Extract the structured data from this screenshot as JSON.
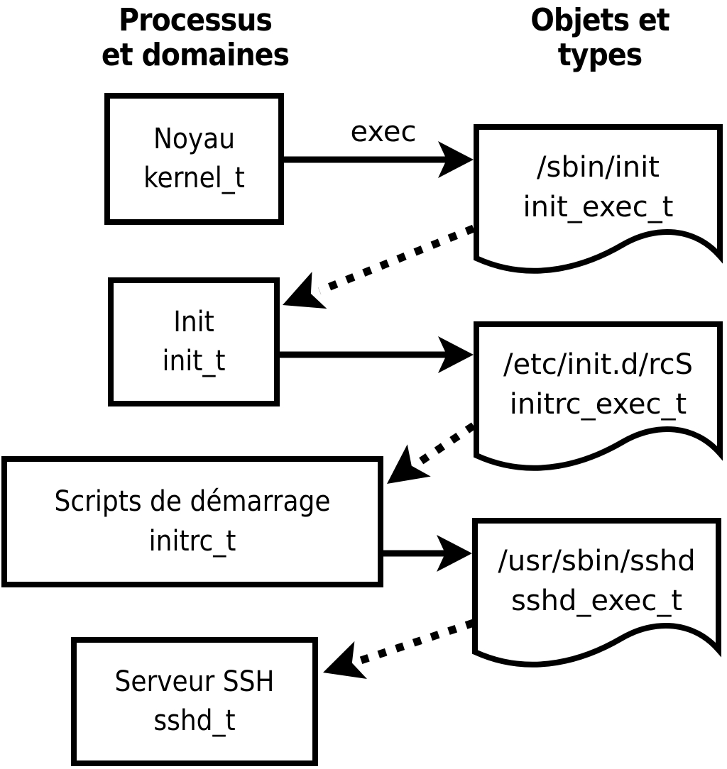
{
  "headers": {
    "left": "Processus\net domaines",
    "right": "Objets et\ntypes"
  },
  "process_boxes": [
    {
      "name": "Noyau",
      "type": "kernel_t"
    },
    {
      "name": "Init",
      "type": "init_t"
    },
    {
      "name": "Scripts de démarrage",
      "type": "initrc_t"
    },
    {
      "name": "Serveur SSH",
      "type": "sshd_t"
    }
  ],
  "object_docs": [
    {
      "path": "/sbin/init",
      "type": "init_exec_t"
    },
    {
      "path": "/etc/init.d/rcS",
      "type": "initrc_exec_t"
    },
    {
      "path": "/usr/sbin/sshd",
      "type": "sshd_exec_t"
    }
  ],
  "edges": {
    "exec_label": "exec"
  },
  "colors": {
    "ink": "#000000",
    "background": "#ffffff"
  }
}
